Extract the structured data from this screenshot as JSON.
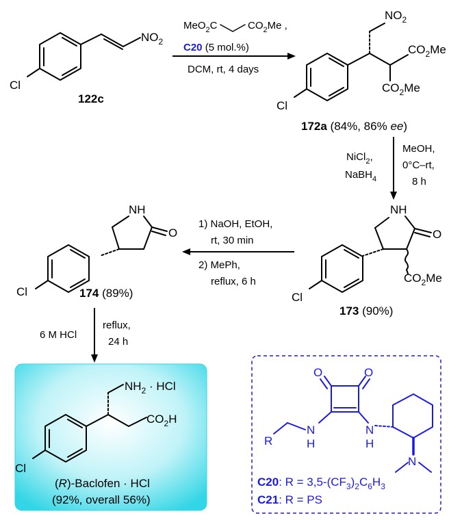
{
  "compounds": {
    "c122": {
      "id": "122c"
    },
    "c172a": {
      "id": "172a",
      "yield": " (84%, 86% ",
      "ee": "ee",
      "close": ")"
    },
    "c173": {
      "id": "173",
      "yield": " (90%)"
    },
    "c174": {
      "id": "174",
      "yield": " (89%)"
    },
    "baclofen": {
      "name_pre": "(",
      "name_R": "R",
      "name_post": ")-Baclofen · HCl",
      "yield": "(92%, overall 56%)"
    }
  },
  "atoms": {
    "cl": "Cl",
    "no2": "NO",
    "sub2": "2",
    "nh": "NH",
    "o": "O",
    "n": "N",
    "h": "H",
    "co2me": "CO",
    "me": "Me",
    "nh2": "NH",
    "hcl": " · HCl",
    "co2h": "CO",
    "h_acid": "H",
    "r": "R"
  },
  "step1": {
    "reagent_a": "MeO",
    "reagent_b": "CO",
    "reagent_c": "Me ,",
    "catalyst": "C20",
    "loading": " (5 mol.%)",
    "conditions": "DCM, rt, 4 days"
  },
  "step2": {
    "left_1": "NiCl",
    "left_2": "NaBH",
    "right_1": "MeOH,",
    "right_2": "0°C–rt,",
    "right_3": "8 h"
  },
  "step3": {
    "line1": "1) NaOH, EtOH,",
    "line2": "rt, 30 min",
    "line3": "2) MePh,",
    "line4": "reflux, 6 h"
  },
  "step4": {
    "left": "6 M HCl",
    "right_1": "reflux,",
    "right_2": "24 h"
  },
  "catalysts": {
    "c20_label": "C20",
    "c20_def": ": R = 3,5-(CF",
    "c20_def2": ")",
    "c20_def3": "C",
    "c20_def4": "H",
    "c21_label": "C21",
    "c21_def": ": R = PS"
  },
  "colors": {
    "catalyst_blue": "#1a1ae6",
    "highlight_cyan": "#33d6e6"
  }
}
